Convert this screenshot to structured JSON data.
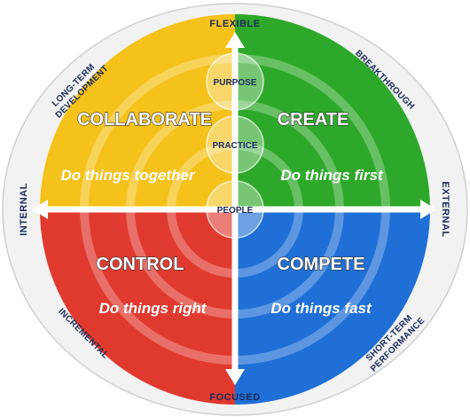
{
  "axes": {
    "top": "FLEXIBLE",
    "bottom": "FOCUSED",
    "left": "INTERNAL",
    "right": "EXTERNAL"
  },
  "diagonals": {
    "top_left": [
      "LONG-TERM",
      "DEVELOPMENT"
    ],
    "top_right": "BREAKTHROUGH",
    "bottom_left": "INCREMENTAL",
    "bottom_right": [
      "SHORT-TERM",
      "PERFORMANCE"
    ]
  },
  "quadrants": {
    "top_left": {
      "title": "COLLABORATE",
      "tagline": "Do things together",
      "color": "#f5c21b"
    },
    "top_right": {
      "title": "CREATE",
      "tagline": "Do things first",
      "color": "#2ea82a"
    },
    "bottom_left": {
      "title": "CONTROL",
      "tagline": "Do things right",
      "color": "#e03a2f"
    },
    "bottom_right": {
      "title": "COMPETE",
      "tagline": "Do things fast",
      "color": "#1f6fd6"
    }
  },
  "center_circles": {
    "purpose": "PURPOSE",
    "practice": "PRACTICE",
    "people": "PEOPLE"
  },
  "colors": {
    "axis_text": "#1a2a5a",
    "arrow": "#ffffff",
    "outer_ring": "#f2f2f2"
  }
}
